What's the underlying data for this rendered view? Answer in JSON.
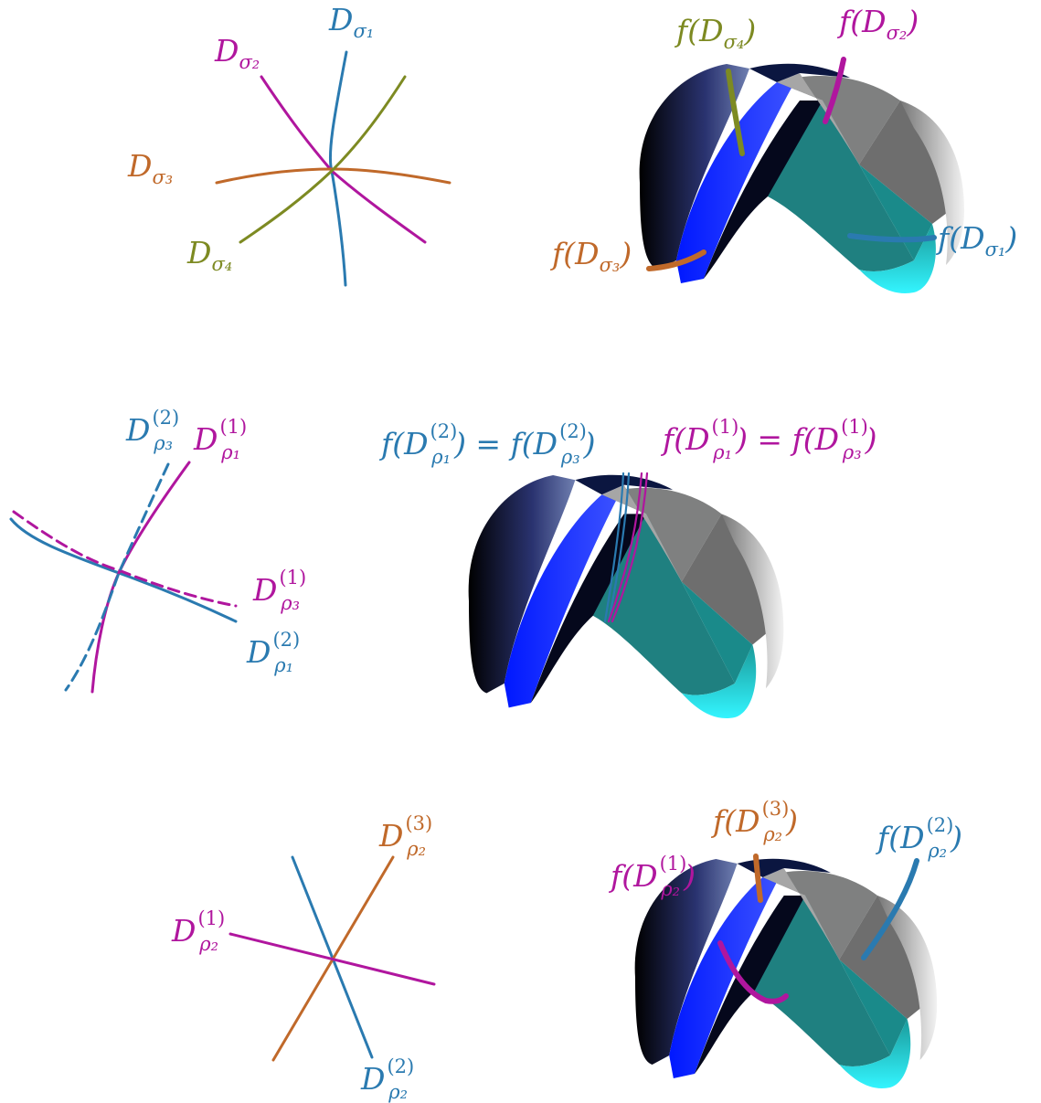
{
  "colors": {
    "blue": "#2a7ab0",
    "magenta": "#b0169e",
    "orange": "#c0692a",
    "olive": "#7d8a22",
    "surface_dark": "#0a1230",
    "surface_blue": "#1a2cff",
    "surface_teal": "#1f8b8b",
    "surface_gray": "#8d8d8d",
    "surface_cyan": "#21e6f0"
  },
  "panel1": {
    "left": {
      "label_sigma1": {
        "base": "D",
        "sub": "σ₁"
      },
      "label_sigma2": {
        "base": "D",
        "sub": "σ₂"
      },
      "label_sigma3": {
        "base": "D",
        "sub": "σ₃"
      },
      "label_sigma4": {
        "base": "D",
        "sub": "σ₄"
      }
    },
    "right": {
      "label_f_sigma4": {
        "prefix": "f(",
        "base": "D",
        "sub": "σ₄",
        "suffix": ")"
      },
      "label_f_sigma2": {
        "prefix": "f(",
        "base": "D",
        "sub": "σ₂",
        "suffix": ")"
      },
      "label_f_sigma3": {
        "prefix": "f(",
        "base": "D",
        "sub": "σ₃",
        "suffix": ")"
      },
      "label_f_sigma1": {
        "prefix": "f(",
        "base": "D",
        "sub": "σ₁",
        "suffix": ")"
      }
    }
  },
  "panel2": {
    "left": {
      "label_rho3_2": {
        "base": "D",
        "sup": "(2)",
        "sub": "ρ₃"
      },
      "label_rho1_1": {
        "base": "D",
        "sup": "(1)",
        "sub": "ρ₁"
      },
      "label_rho3_1": {
        "base": "D",
        "sup": "(1)",
        "sub": "ρ₃"
      },
      "label_rho1_2": {
        "base": "D",
        "sup": "(2)",
        "sub": "ρ₁"
      }
    },
    "right": {
      "label_blue_eq": {
        "text1": "f(D",
        "sup1": "(2)",
        "sub1": "ρ₁",
        "mid": ") = f(D",
        "sup2": "(2)",
        "sub2": "ρ₃",
        "end": ")"
      },
      "label_magenta_eq": {
        "text1": "f(D",
        "sup1": "(1)",
        "sub1": "ρ₁",
        "mid": ") = f(D",
        "sup2": "(1)",
        "sub2": "ρ₃",
        "end": ")"
      }
    }
  },
  "panel3": {
    "left": {
      "label_rho2_3": {
        "base": "D",
        "sup": "(3)",
        "sub": "ρ₂"
      },
      "label_rho2_1": {
        "base": "D",
        "sup": "(1)",
        "sub": "ρ₂"
      },
      "label_rho2_2": {
        "base": "D",
        "sup": "(2)",
        "sub": "ρ₂"
      }
    },
    "right": {
      "label_f_rho2_3": {
        "prefix": "f(",
        "base": "D",
        "sup": "(3)",
        "sub": "ρ₂",
        "suffix": ")"
      },
      "label_f_rho2_2": {
        "prefix": "f(",
        "base": "D",
        "sup": "(2)",
        "sub": "ρ₂",
        "suffix": ")"
      },
      "label_f_rho2_1": {
        "prefix": "f(",
        "base": "D",
        "sup": "(1)",
        "sub": "ρ₂",
        "suffix": ")"
      }
    }
  }
}
